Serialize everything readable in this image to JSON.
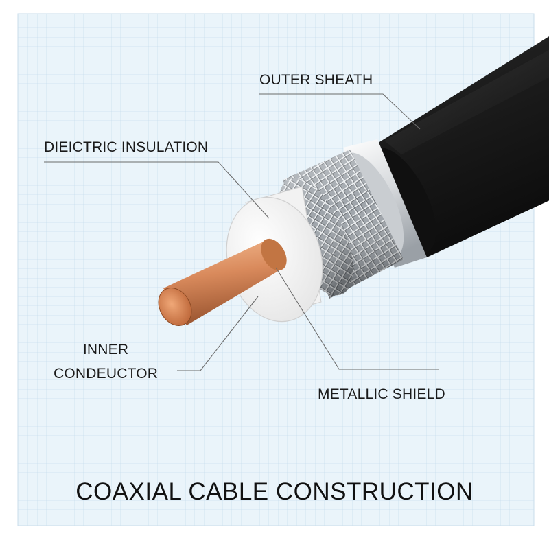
{
  "diagram": {
    "title": "COAXIAL CABLE CONSTRUCTION",
    "labels": {
      "outer_sheath": "OUTER SHEATH",
      "dielectric_insulation": "DIEICTRIC INSULATION",
      "inner_conductor_line1": "INNER",
      "inner_conductor_line2": "CONDEUCTOR",
      "metallic_shield": "METALLIC SHIELD"
    }
  },
  "colors": {
    "grid_background": "#eaf4fa",
    "grid_line": "#c4dcec",
    "sheath": "#1c1c1c",
    "shield": "#a9aeb3",
    "dielectric": "#f6f6f6",
    "copper": "#d98a5c"
  }
}
